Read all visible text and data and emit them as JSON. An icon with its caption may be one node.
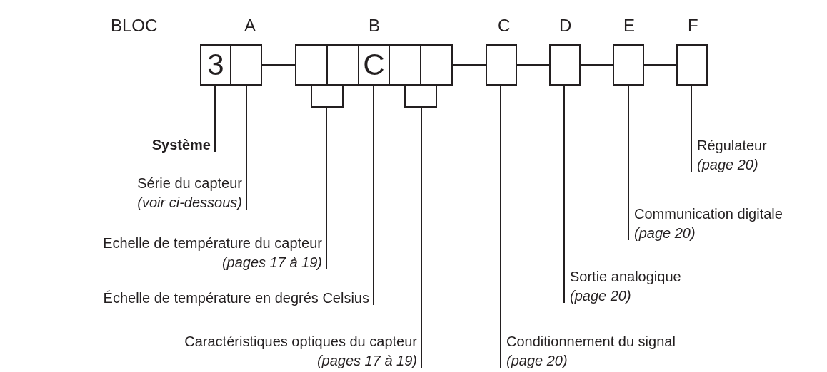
{
  "diagram": {
    "nodes": [
      {
        "text": [
          "3"
        ]
      },
      {
        "text": [],
        "shape": "box"
      },
      {
        "text": [],
        "shape": "box"
      },
      {
        "text": [],
        "shape": "box"
      },
      {
        "text": [
          "C"
        ]
      },
      {
        "text": [],
        "shape": "box"
      },
      {
        "text": [],
        "shape": "box"
      },
      {
        "text": [],
        "shape": "box"
      },
      {
        "text": [],
        "shape": "box"
      },
      {
        "text": [],
        "shape": "box"
      },
      {
        "text": [],
        "shape": "box"
      },
      {
        "text": [
          "Système"
        ]
      },
      {
        "text": [
          "Série du capteur",
          "(voir ci-dessous)"
        ]
      },
      {
        "text": [
          "Echelle de température du capteur",
          "(pages 17 à 19)"
        ]
      },
      {
        "text": [
          "Échelle de température en degrés Celsius"
        ]
      },
      {
        "text": [
          "Caractéristiques optiques du capteur",
          "(pages 17 à 19)"
        ]
      },
      {
        "text": [
          "Conditionnement du signal",
          "(page 20)"
        ]
      },
      {
        "text": [
          "Sortie analogique",
          "(page 20)"
        ]
      },
      {
        "text": [
          "Communication digitale",
          "(page 20)"
        ]
      },
      {
        "text": [
          "Régulateur",
          "(page 20)"
        ]
      }
    ],
    "edges": [
      {
        "from": 1,
        "to": 2,
        "arrow": "none"
      },
      {
        "from": 6,
        "to": 7,
        "arrow": "none"
      },
      {
        "from": 7,
        "to": 8,
        "arrow": "none"
      },
      {
        "from": 8,
        "to": 9,
        "arrow": "none"
      },
      {
        "from": 9,
        "to": 10,
        "arrow": "none"
      },
      {
        "from": 11,
        "to": 0,
        "arrow": "none"
      },
      {
        "from": 12,
        "to": 1,
        "arrow": "none"
      },
      {
        "from": 13,
        "to": 2,
        "arrow": "none"
      },
      {
        "from": 13,
        "to": 3,
        "arrow": "none"
      },
      {
        "from": 14,
        "to": 4,
        "arrow": "none"
      },
      {
        "from": 15,
        "to": 5,
        "arrow": "none"
      },
      {
        "from": 15,
        "to": 6,
        "arrow": "none"
      },
      {
        "from": 16,
        "to": 7,
        "arrow": "none"
      },
      {
        "from": 17,
        "to": 8,
        "arrow": "none"
      },
      {
        "from": 18,
        "to": 9,
        "arrow": "none"
      },
      {
        "from": 19,
        "to": 10,
        "arrow": "none"
      }
    ],
    "labels": [
      "BLOC",
      "A",
      "B",
      "C",
      "D",
      "E",
      "F"
    ]
  }
}
